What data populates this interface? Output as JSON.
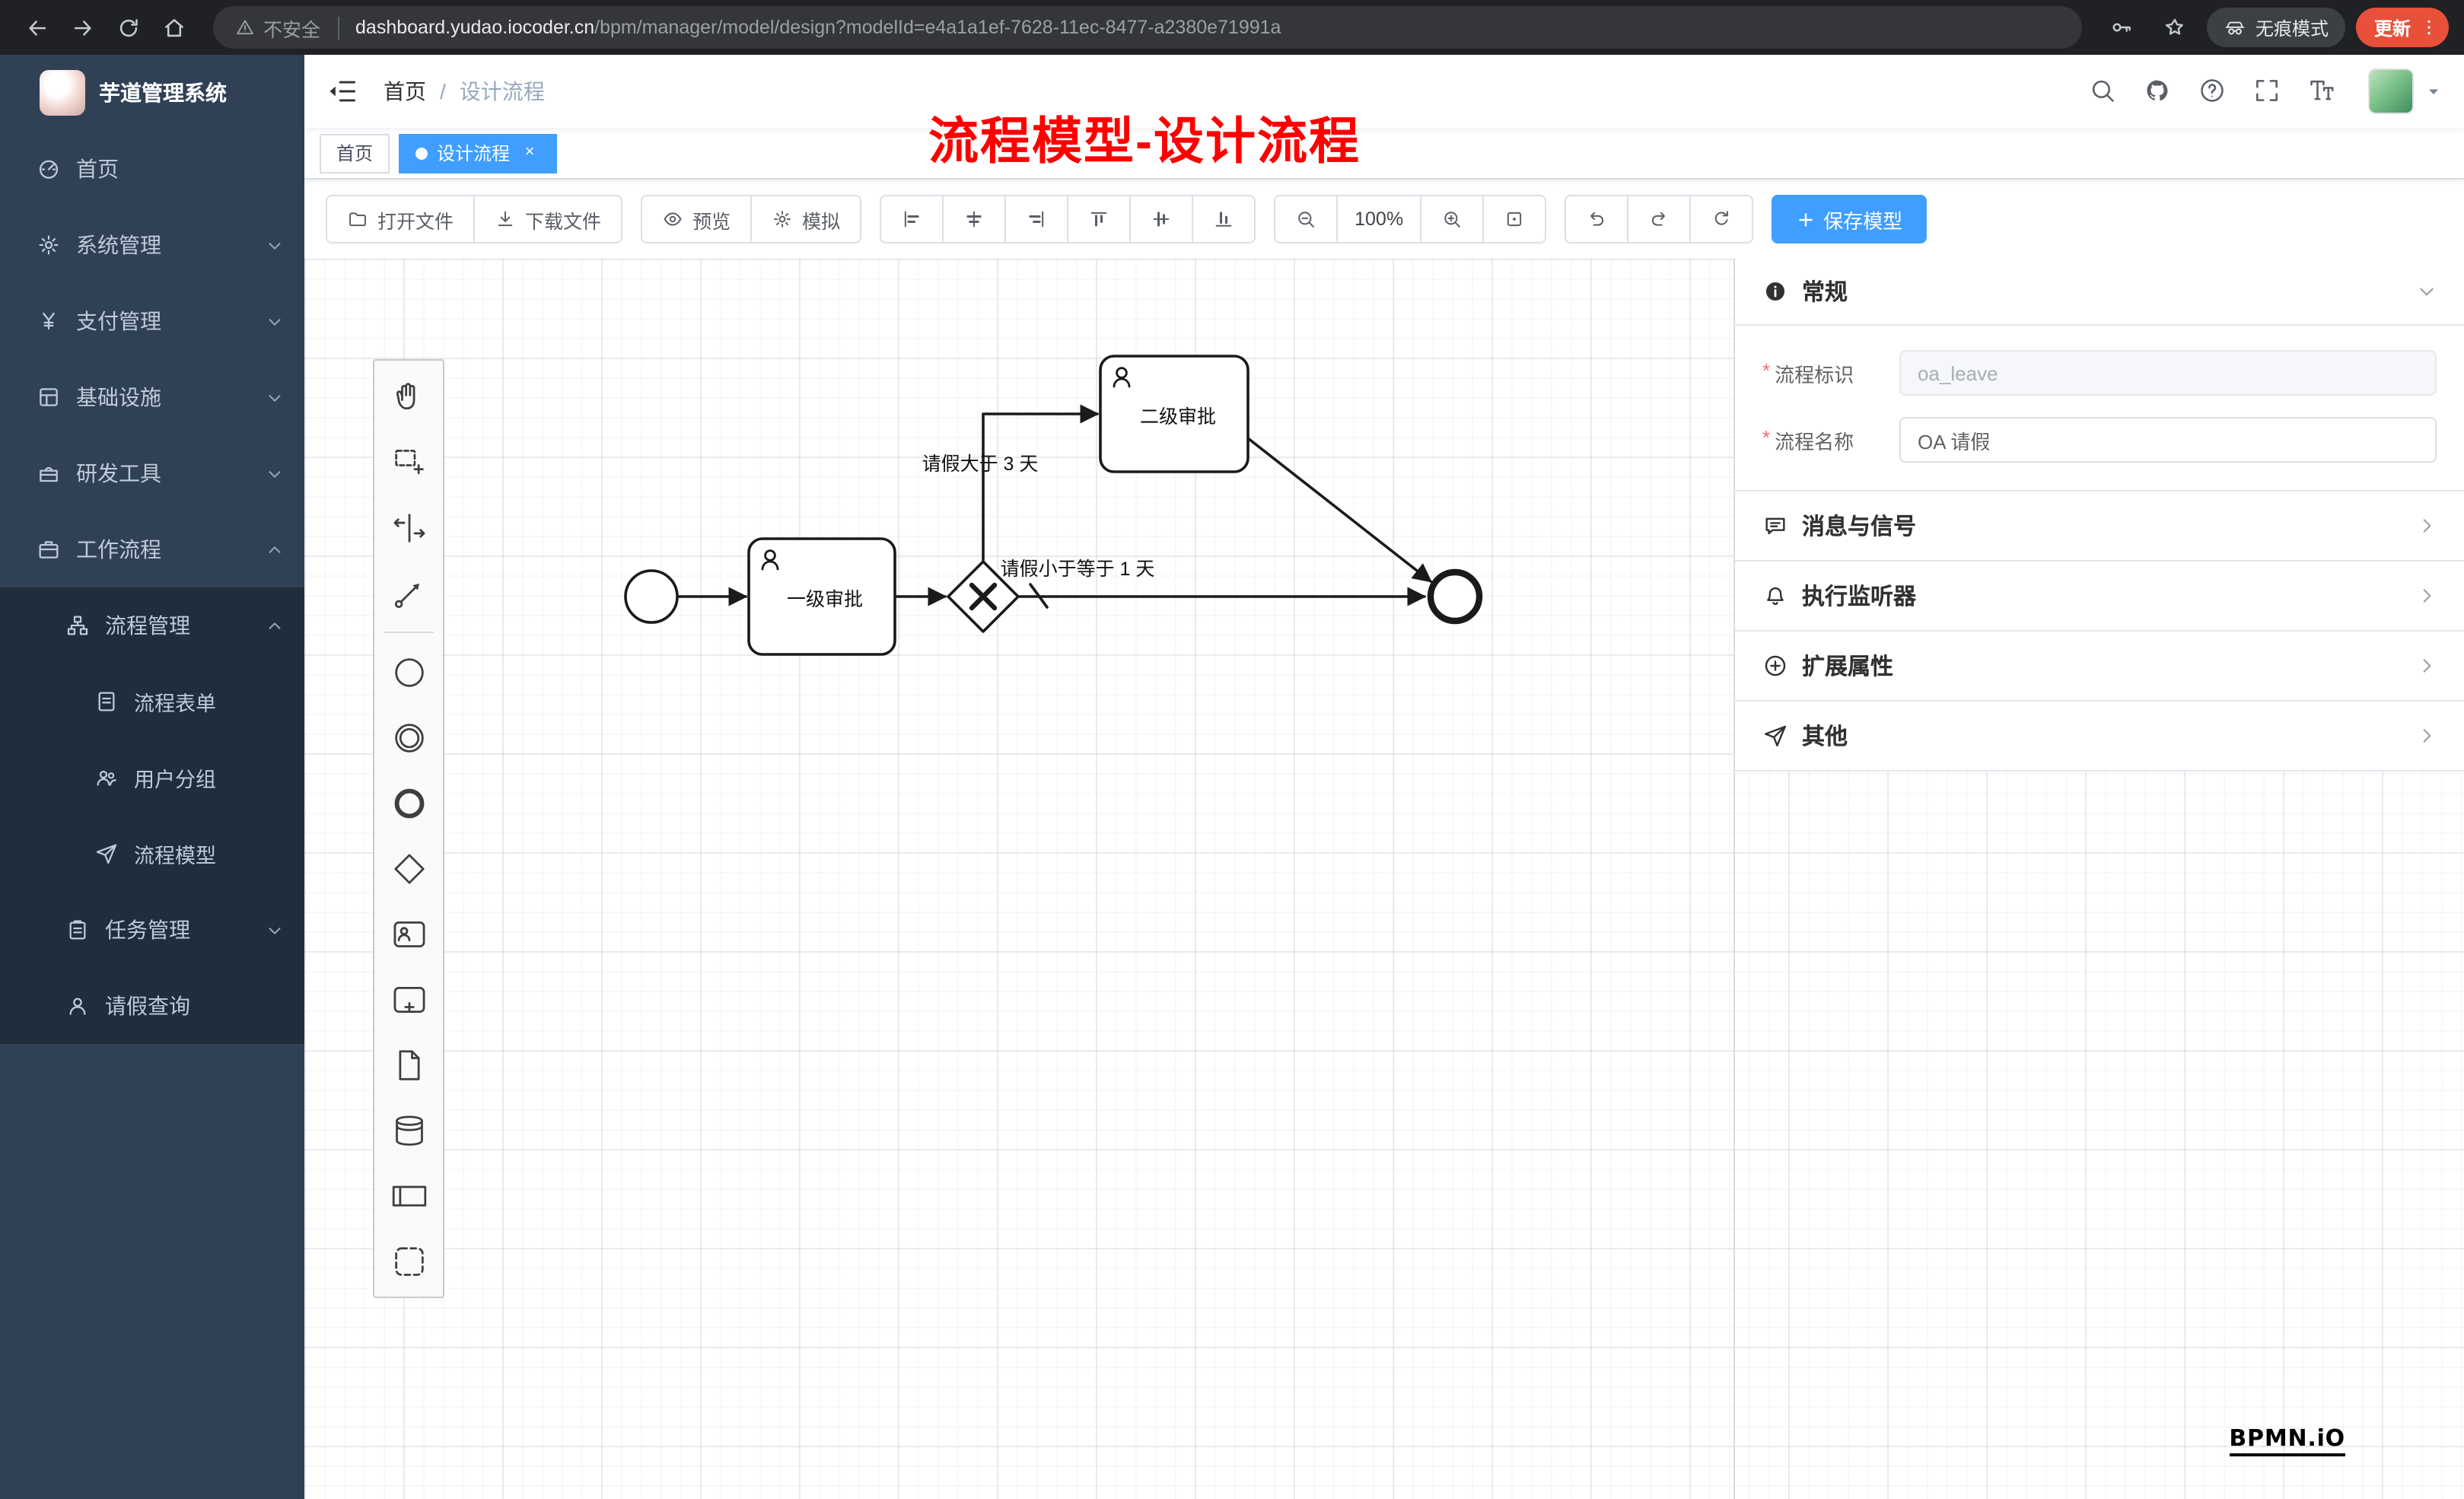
{
  "browser": {
    "security_label": "不安全",
    "url_domain": "dashboard.yudao.iocoder.cn",
    "url_path": "/bpm/manager/model/design?modelId=e4a1a1ef-7628-11ec-8477-a2380e71991a",
    "incognito_label": "无痕模式",
    "update_label": "更新"
  },
  "sidebar": {
    "app_title": "芋道管理系统",
    "items": [
      {
        "label": "首页",
        "icon": "dashboard-icon"
      },
      {
        "label": "系统管理",
        "icon": "gear-icon"
      },
      {
        "label": "支付管理",
        "icon": "yen-icon"
      },
      {
        "label": "基础设施",
        "icon": "infra-icon"
      },
      {
        "label": "研发工具",
        "icon": "toolbox-icon"
      },
      {
        "label": "工作流程",
        "icon": "briefcase-icon"
      },
      {
        "label": "流程管理",
        "icon": "tree-icon"
      },
      {
        "label": "流程表单",
        "icon": "document-icon"
      },
      {
        "label": "用户分组",
        "icon": "users-icon"
      },
      {
        "label": "流程模型",
        "icon": "send-icon"
      },
      {
        "label": "任务管理",
        "icon": "clipboard-icon"
      },
      {
        "label": "请假查询",
        "icon": "person-icon"
      }
    ]
  },
  "navbar": {
    "breadcrumb_home": "首页",
    "breadcrumb_current": "设计流程",
    "annotation": "流程模型-设计流程"
  },
  "glyphs": {
    "breadcrumb_separator": "/",
    "tab_close": "×"
  },
  "tabs": {
    "home": "首页",
    "current": "设计流程"
  },
  "toolbar": {
    "open_file": "打开文件",
    "download_file": "下载文件",
    "preview": "预览",
    "simulate": "模拟",
    "zoom_level": "100%",
    "save_model": "保存模型"
  },
  "diagram": {
    "task_level1": "一级审批",
    "task_level2": "二级审批",
    "flow_gt3": "请假大于 3 天",
    "flow_le1": "请假小于等于 1 天"
  },
  "panel": {
    "general_title": "常规",
    "fields": [
      {
        "label": "流程标识",
        "value": "oa_leave",
        "disabled": true
      },
      {
        "label": "流程名称",
        "value": "OA 请假",
        "disabled": false
      }
    ],
    "sections": [
      {
        "label": "消息与信号",
        "icon": "message-icon"
      },
      {
        "label": "执行监听器",
        "icon": "bell-icon"
      },
      {
        "label": "扩展属性",
        "icon": "plus-circle-icon"
      },
      {
        "label": "其他",
        "icon": "send-icon"
      }
    ]
  },
  "watermark": "BPMN.iO",
  "colors": {
    "accent": "#409eff",
    "sidebar_bg": "#304156",
    "submenu_bg": "#1f2d3d",
    "annotation": "#fe0000",
    "update_chip": "#e8503a"
  }
}
